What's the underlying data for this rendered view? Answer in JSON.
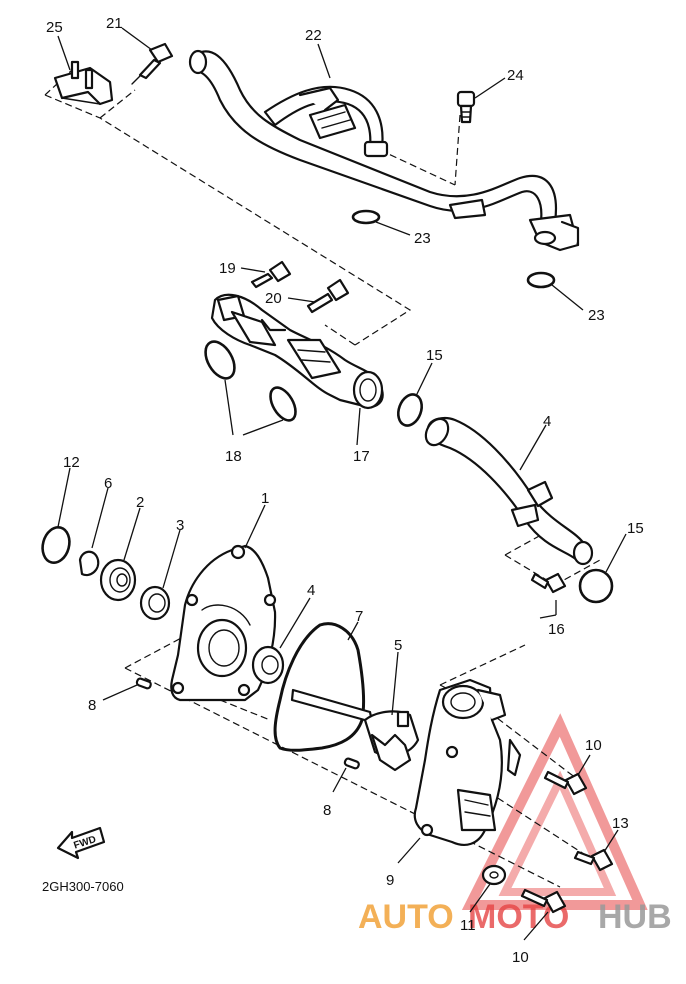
{
  "diagram": {
    "drawing_code": "2GH300-7060",
    "direction_label": "FWD",
    "watermark": {
      "auto": "AUTO",
      "moto": "MOTO",
      "hub": "HUB",
      "color_orange": "#f2a33a",
      "color_red": "#e64545",
      "color_hub": "#9a9a9a"
    },
    "callouts": {
      "c1": "1",
      "c2": "2",
      "c3": "3",
      "c4a": "4",
      "c4b": "4",
      "c5": "5",
      "c6": "6",
      "c7": "7",
      "c8a": "8",
      "c8b": "8",
      "c9": "9",
      "c10a": "10",
      "c10b": "10",
      "c11": "11",
      "c12": "12",
      "c13": "13",
      "c15a": "15",
      "c15b": "15",
      "c16": "16",
      "c17": "17",
      "c18": "18",
      "c19": "19",
      "c20": "20",
      "c21": "21",
      "c22": "22",
      "c23a": "23",
      "c23b": "23",
      "c24": "24",
      "c25": "25"
    }
  }
}
